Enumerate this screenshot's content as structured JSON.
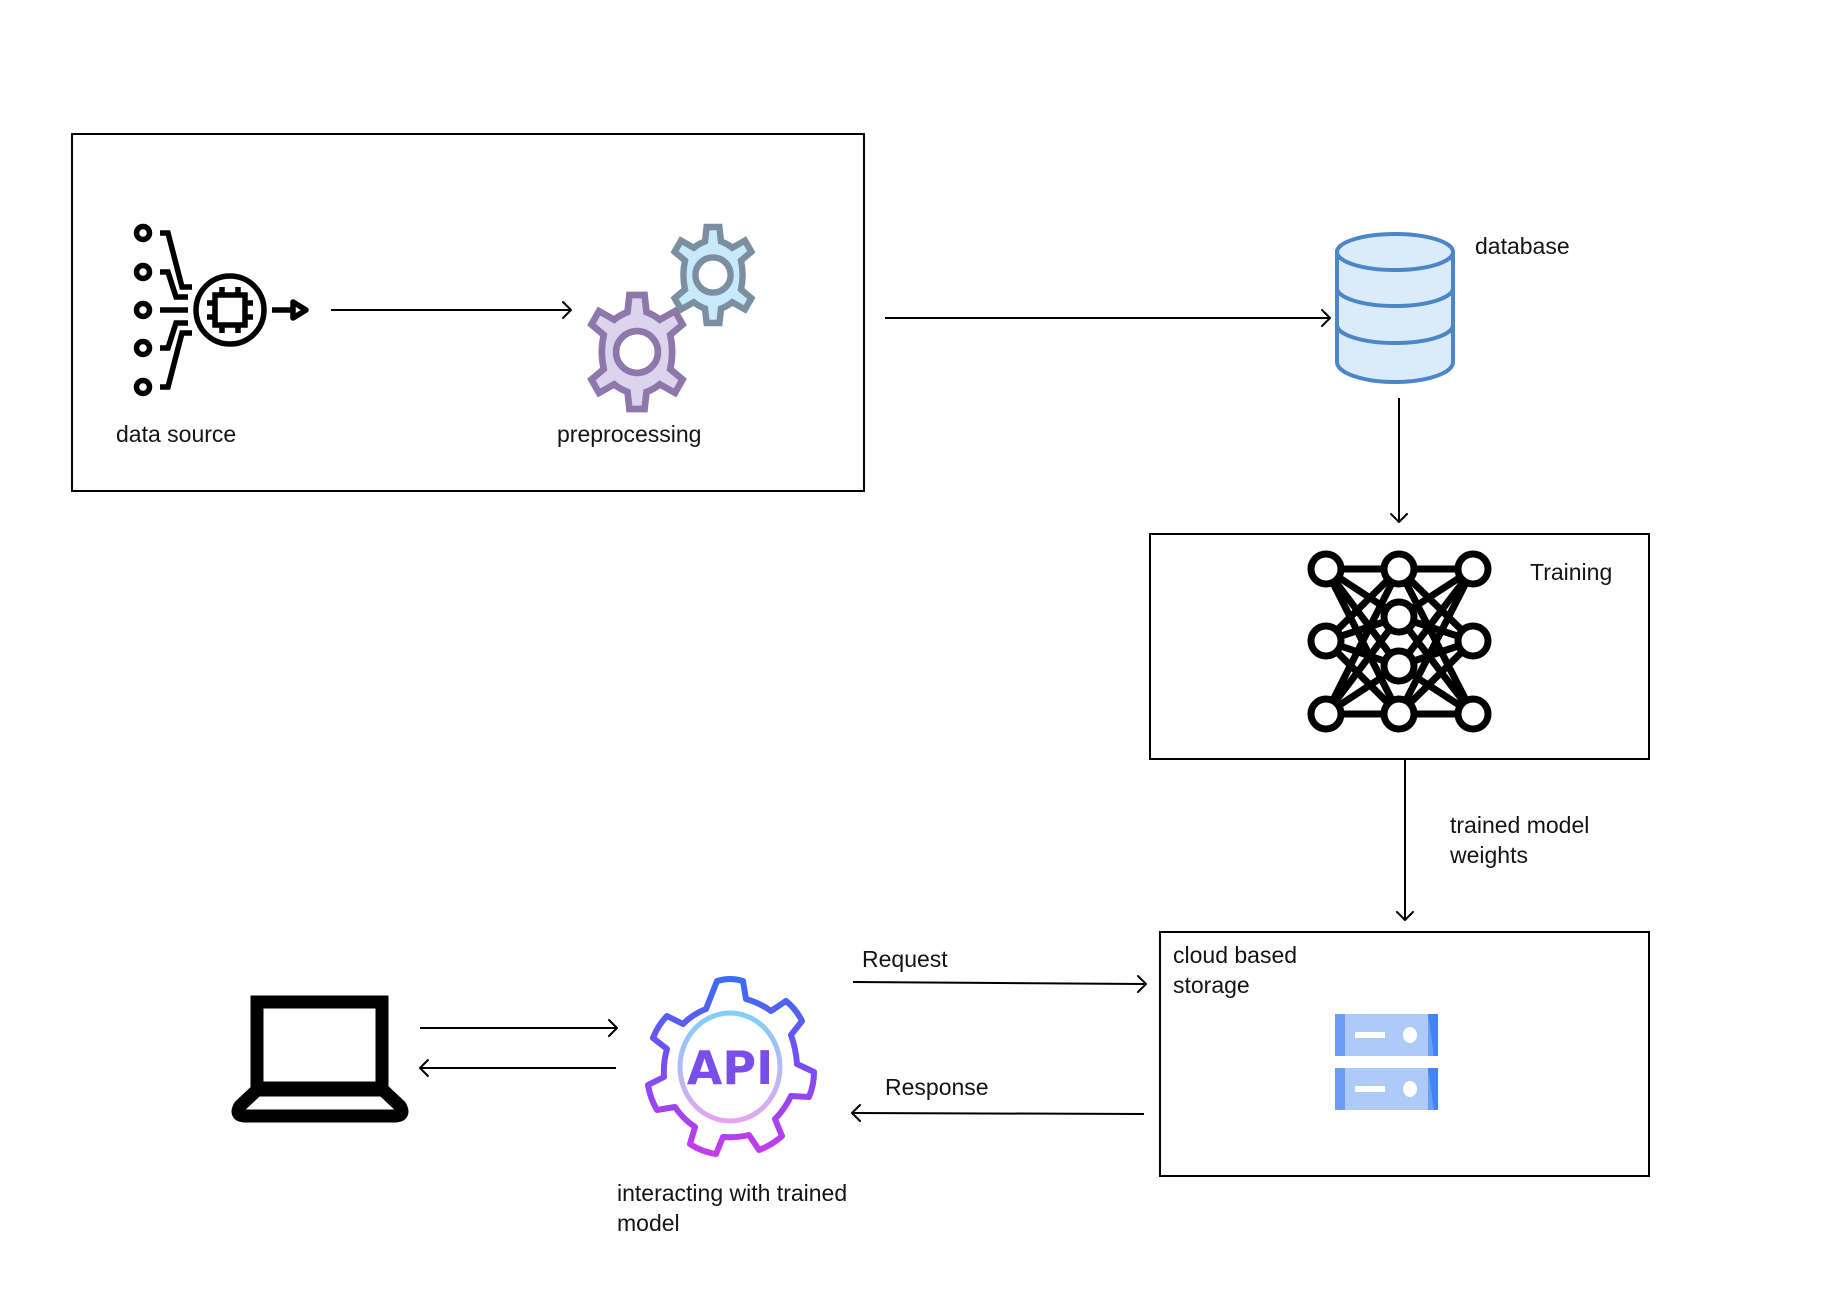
{
  "diagram": {
    "nodes": {
      "data_source": {
        "label": "data source",
        "icon": "data-source-chip-icon"
      },
      "preprocessing": {
        "label": "preprocessing",
        "icon": "gears-icon"
      },
      "database": {
        "label": "database",
        "icon": "database-icon"
      },
      "training": {
        "label": "Training",
        "icon": "neural-network-icon"
      },
      "storage": {
        "label_line1": "cloud based",
        "label_line2": "storage",
        "icon": "server-storage-icon"
      },
      "api": {
        "label_line1": "interacting with trained",
        "label_line2": "model",
        "icon": "api-gear-icon",
        "icon_text": "API"
      },
      "client": {
        "icon": "laptop-icon"
      }
    },
    "edges": [
      {
        "from": "data_source",
        "to": "preprocessing",
        "label": ""
      },
      {
        "from": "preprocessing",
        "to": "database",
        "label": ""
      },
      {
        "from": "database",
        "to": "training",
        "label": ""
      },
      {
        "from": "training",
        "to": "storage",
        "label_line1": "trained model",
        "label_line2": "weights"
      },
      {
        "from": "api",
        "to": "storage",
        "label": "Request"
      },
      {
        "from": "storage",
        "to": "api",
        "label": "Response"
      },
      {
        "from": "client",
        "to": "api",
        "label": ""
      },
      {
        "from": "api",
        "to": "client",
        "label": ""
      }
    ],
    "colors": {
      "database_fill": "#dcebfa",
      "database_stroke": "#4a86c8",
      "gear_purple_fill": "#dcd3ee",
      "gear_purple_stroke": "#8e78ab",
      "gear_blue_fill": "#c8e9fa",
      "gear_blue_stroke": "#7b8fa0",
      "server_light": "#aecbf8",
      "server_dark": "#6a9ef5",
      "server_edge": "#4285f4",
      "api_top": "#3b6cf4",
      "api_bottom": "#c53bef",
      "api_text": "#7a4ee8"
    }
  }
}
